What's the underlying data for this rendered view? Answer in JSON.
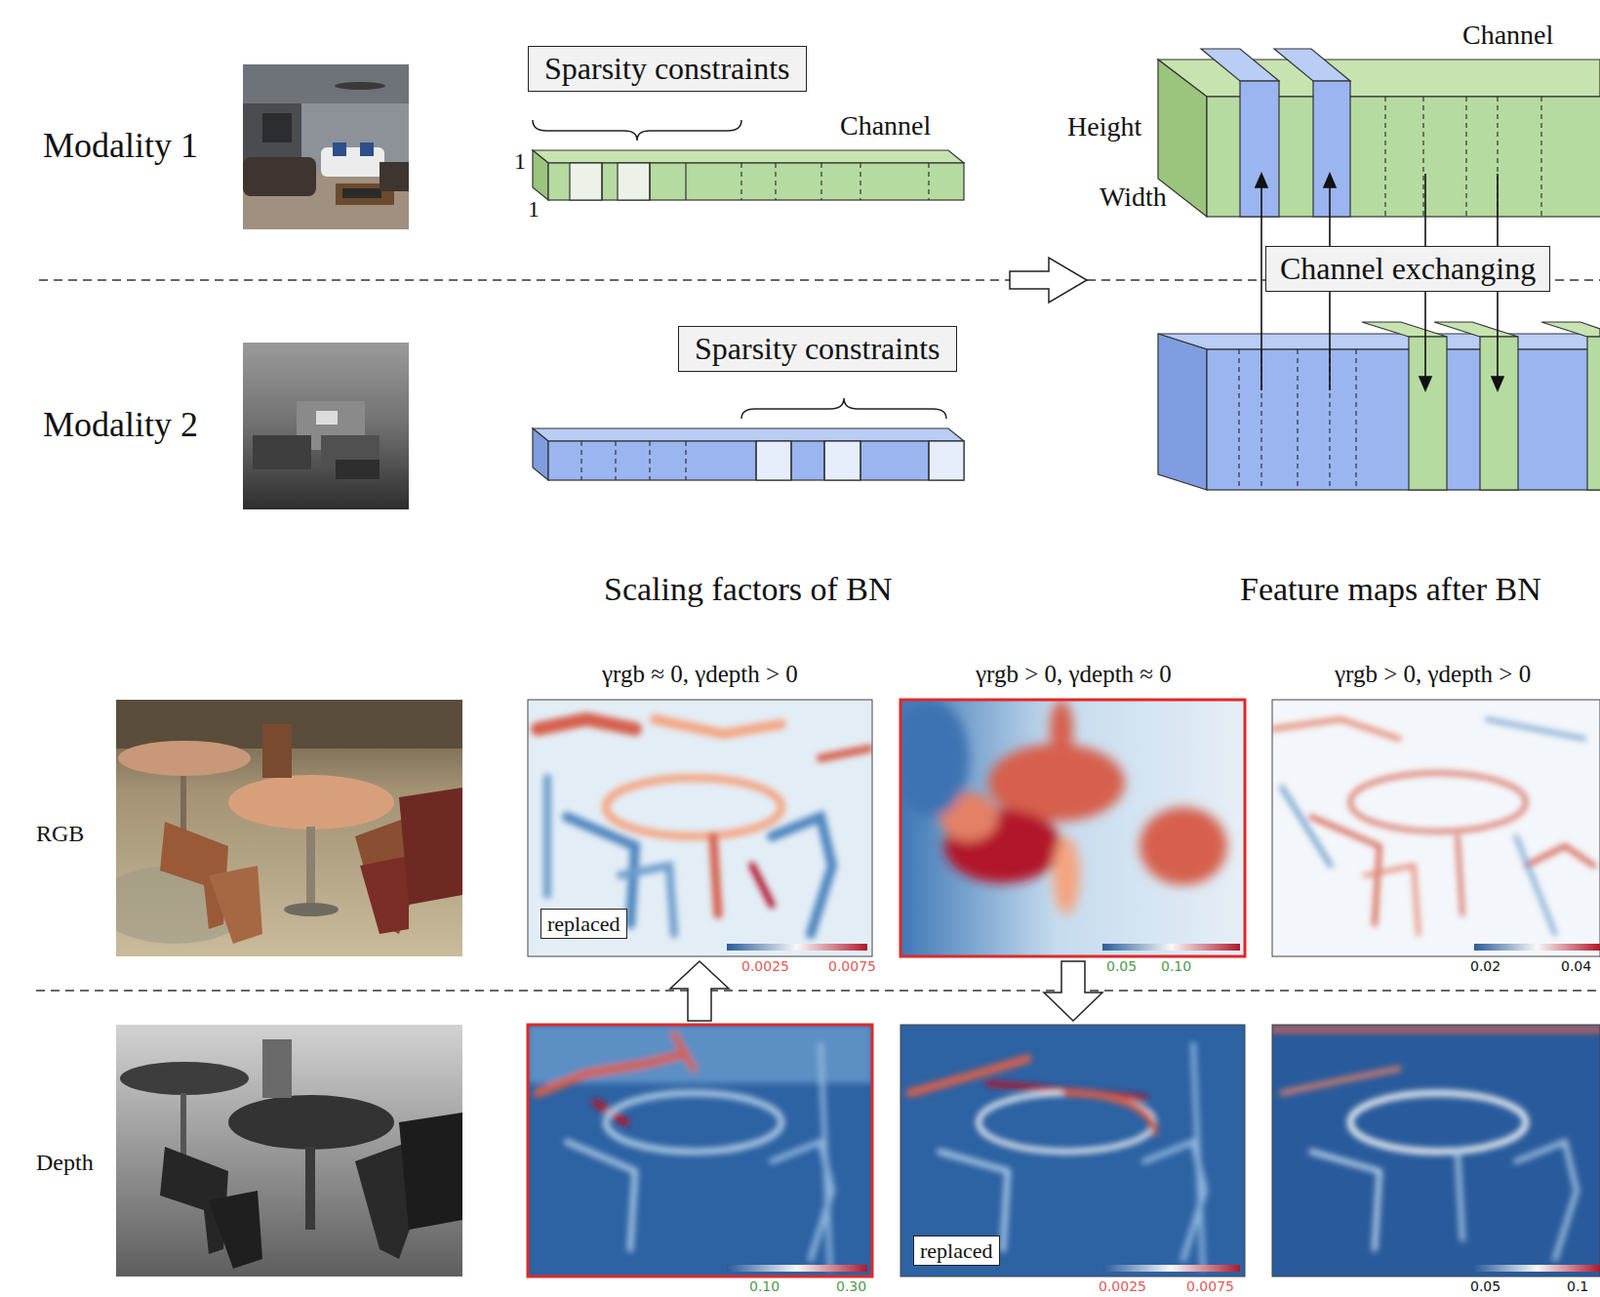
{
  "diagram": {
    "nodes": [
      {
        "text": [
          "Sparsity constraints"
        ]
      },
      {
        "text": [
          "Channel exchanging"
        ]
      },
      {
        "text": [
          "Sparsity constraints"
        ]
      },
      {
        "text": [
          "replaced"
        ]
      },
      {
        "text": [
          "replaced"
        ]
      }
    ],
    "labels": [
      "Modality 1",
      "Channel",
      "1",
      "1",
      "Channel",
      "Height",
      "Width",
      "Modality 2",
      "Scaling factors of BN",
      "Feature maps after BN",
      "γrgb ≈ 0, γdepth > 0",
      "γrgb > 0, γdepth ≈ 0",
      "γrgb > 0, γdepth > 0",
      "RGB",
      "0.0025",
      "0.0075",
      "0.05",
      "0.10",
      "0.02",
      "0.04",
      "Depth",
      "0.10",
      "0.30",
      "0.0025",
      "0.0075",
      "0.05",
      "0.1"
    ]
  }
}
